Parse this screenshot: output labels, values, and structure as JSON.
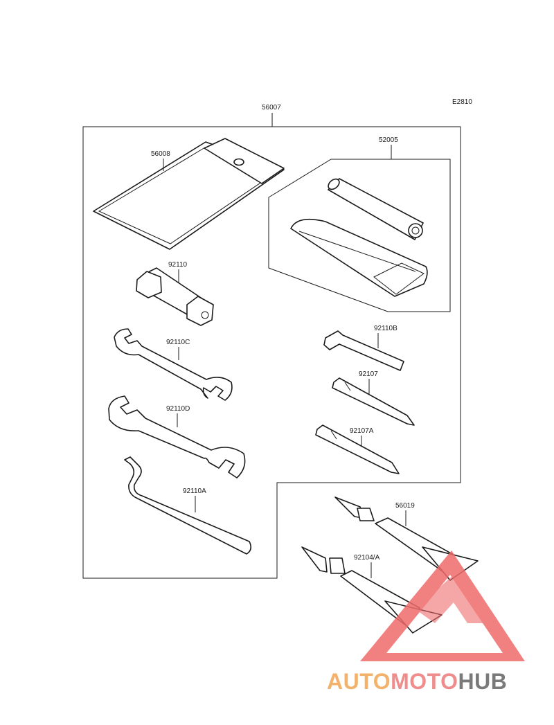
{
  "diagram": {
    "code": "E2810",
    "parts": {
      "kit": "56007",
      "bag": "56008",
      "pouch": "52005",
      "plug_wrench": "92110",
      "wrench_c": "92110C",
      "wrench_d": "92110D",
      "hook_wrench": "92110A",
      "hex_key": "92110B",
      "screwdriver_bit": "92107",
      "screwdriver_bit_a": "92107A",
      "grease_1": "56019",
      "grease_2": "92104/A"
    }
  },
  "watermark": {
    "part1": "AUTO",
    "part2": "MOTO",
    "part3": "HUB",
    "colors": {
      "auto": "#f2b26b",
      "moto": "#ef8d8d",
      "hub": "#7a7a7a",
      "triangle": "#ef6b6b"
    }
  }
}
